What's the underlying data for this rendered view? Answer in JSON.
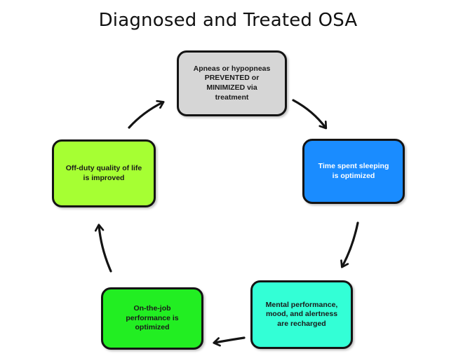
{
  "title": "Diagnosed and Treated OSA",
  "nodes": [
    {
      "id": "apneas",
      "label": "Apneas or hypopneas PREVENTED or MINIMIZED via treatment",
      "color": "#d6d6d6"
    },
    {
      "id": "sleep",
      "label": "Time spent sleeping is optimized",
      "color": "#1a8cff"
    },
    {
      "id": "mental",
      "label": "Mental performance, mood, and alertness are recharged",
      "color": "#33ffd6"
    },
    {
      "id": "job",
      "label": "On-the-job performance is optimized",
      "color": "#22ee22"
    },
    {
      "id": "life",
      "label": "Off-duty quality of life is improved",
      "color": "#a6ff33"
    }
  ],
  "edges": [
    {
      "from": "apneas",
      "to": "sleep"
    },
    {
      "from": "sleep",
      "to": "mental"
    },
    {
      "from": "mental",
      "to": "job"
    },
    {
      "from": "job",
      "to": "life"
    },
    {
      "from": "life",
      "to": "apneas"
    }
  ],
  "colors": {
    "border": "#141414",
    "arrow": "#141414",
    "title": "#111111"
  }
}
